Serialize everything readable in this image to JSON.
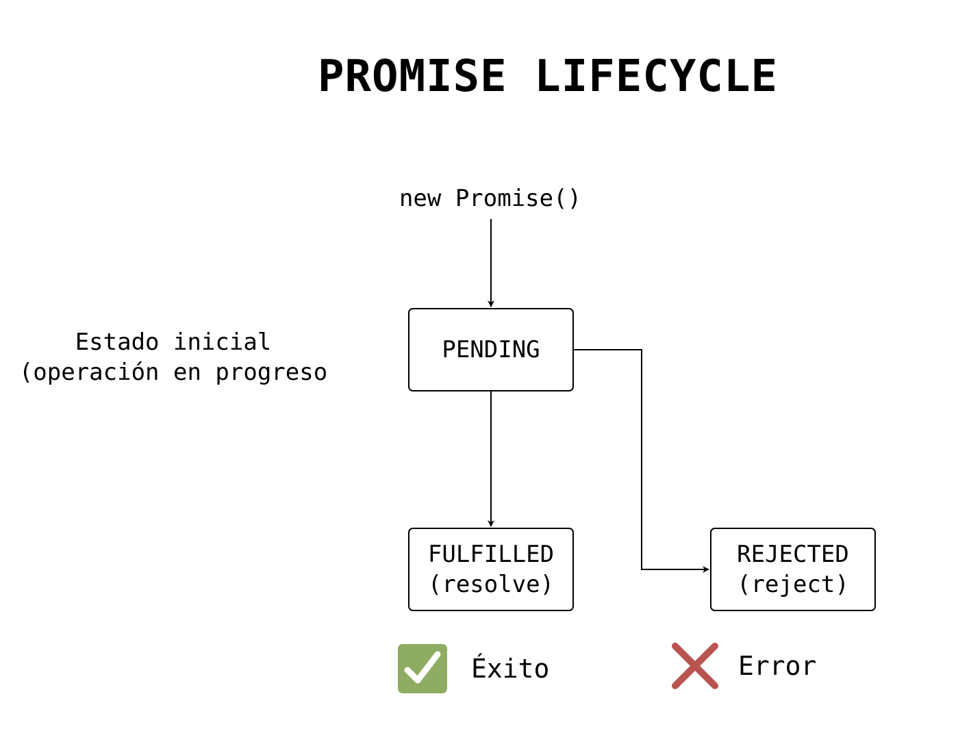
{
  "title": "PROMISE LIFECYCLE",
  "start_label": "new Promise()",
  "side_note": {
    "line1": "Estado inicial",
    "line2": "(operación en progreso"
  },
  "nodes": {
    "pending": {
      "label": "PENDING"
    },
    "fulfilled": {
      "line1": "FULFILLED",
      "line2": "(resolve)"
    },
    "rejected": {
      "line1": "REJECTED",
      "line2": "(reject)"
    }
  },
  "legend": {
    "success": {
      "label": "Éxito",
      "icon": "check-icon",
      "color": "#8eac62"
    },
    "error": {
      "label": "Error",
      "icon": "cross-icon",
      "color": "#b85450"
    }
  },
  "colors": {
    "stroke": "#000000",
    "background": "#ffffff"
  }
}
